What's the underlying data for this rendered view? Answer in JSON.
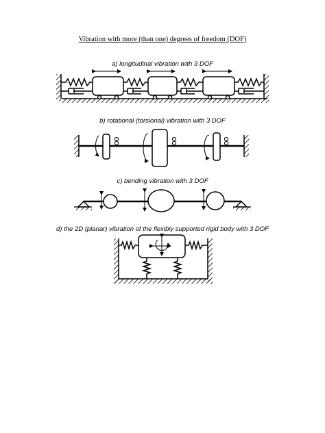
{
  "title": "Vibration with more (than one) degrees of freedom (DOF)",
  "panels": {
    "a": {
      "caption": "a) longitudinal vibration with 3 DOF"
    },
    "b": {
      "caption": "b) rotational (torsional) vibration with 3 DOF"
    },
    "c": {
      "caption": "c) bending vibration with 3 DOF"
    },
    "d": {
      "caption": "d) the 2D (planar) vibration of the flexibly supported rigid body with 3 DOF"
    }
  }
}
